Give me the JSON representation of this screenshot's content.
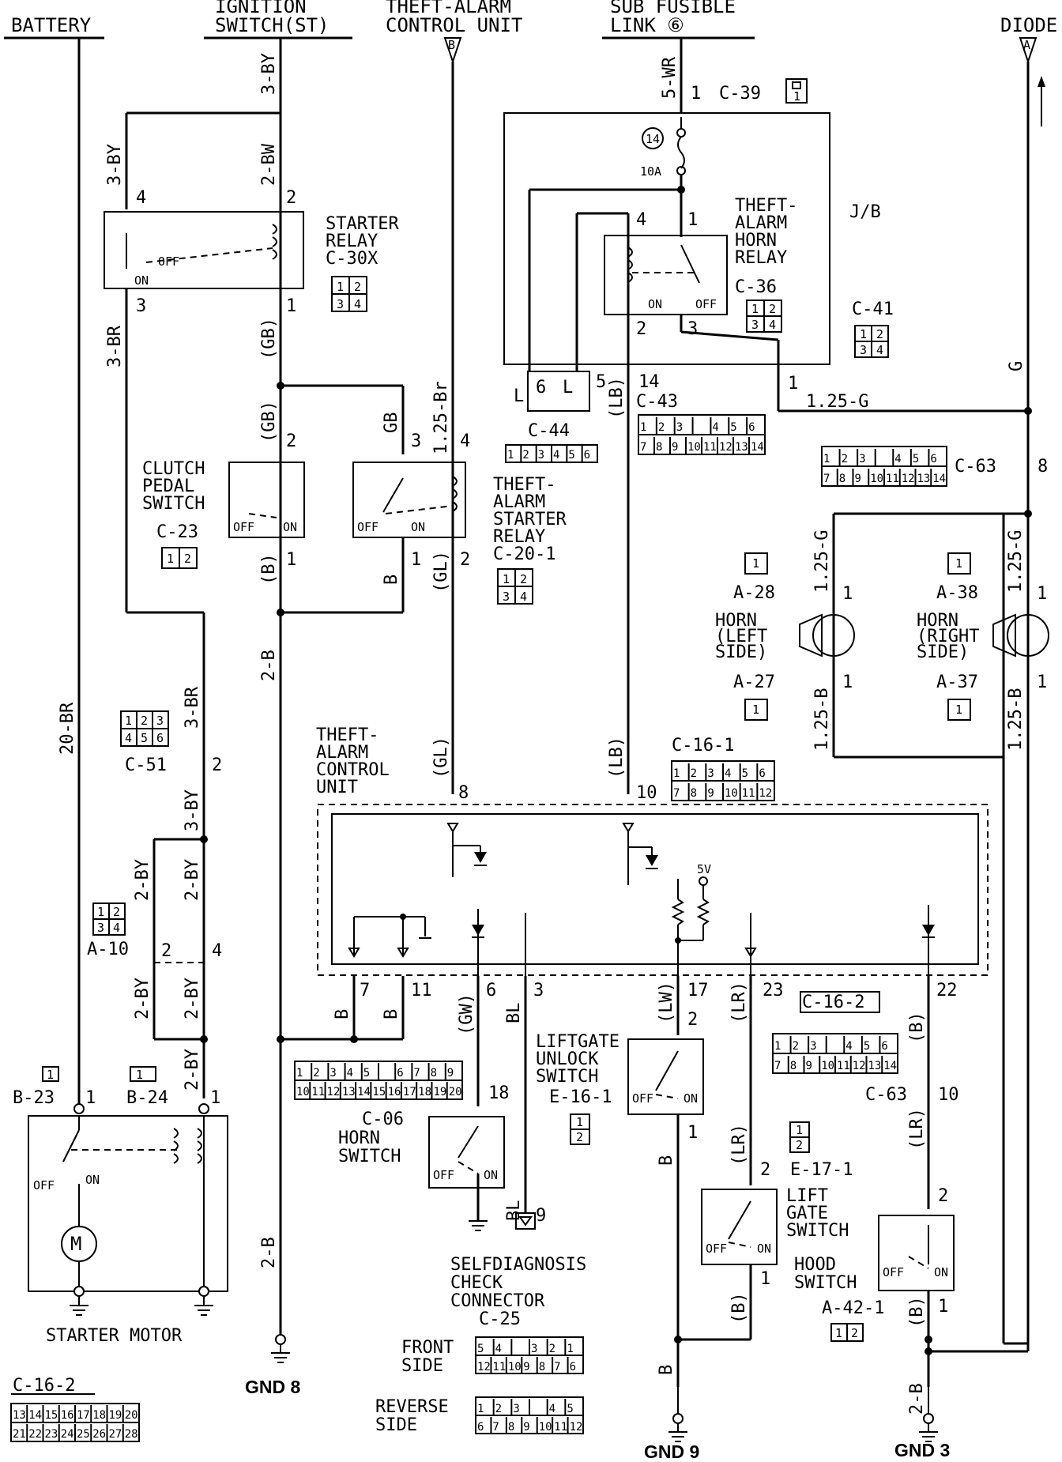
{
  "sources": {
    "battery": "BATTERY",
    "ignition_1": "IGNITION",
    "ignition_2": "SWITCH(ST)",
    "theft_alarm_cu_1": "THEFT-ALARM",
    "theft_alarm_cu_2": "CONTROL UNIT",
    "theft_alarm_cu_ref": "B",
    "sub_fusible_1": "SUB FUSIBLE",
    "sub_fusible_2": "LINK ⑥",
    "diode": "DIODE",
    "diode_ref": "A"
  },
  "wires": {
    "w_3by_ign": "3-BY",
    "w_3by_l": "3-BY",
    "w_2bw": "2-BW",
    "w_3br": "3-BR",
    "w_gb_1": "(GB)",
    "w_gb_2": "(GB)",
    "w_gb_3": "GB",
    "w_125br": "1.25-Br",
    "w_b_1": "(B)",
    "w_b_2": "B",
    "w_gl_1": "(GL)",
    "w_gl_2": "(GL)",
    "w_2b_1": "2-B",
    "w_2b_2": "2-B",
    "w_20br": "20-BR",
    "w_3br_2": "3-BR",
    "w_3by_2": "3-BY",
    "w_2by_1": "2-BY",
    "w_2by_2": "2-BY",
    "w_2by_3": "2-BY",
    "w_2by_4": "2-BY",
    "w_2by_5": "2-BY",
    "w_5wr": "5-WR",
    "w_lb_1": "(LB)",
    "w_lb_2": "(LB)",
    "w_125g": "1.25-G",
    "w_g": "G",
    "w_125g_l": "1.25-G",
    "w_125g_r": "1.25-G",
    "w_125b_l": "1.25-B",
    "w_125b_r": "1.25-B",
    "w_b_7": "B",
    "w_b_11": "B",
    "w_gw": "(GW)",
    "w_bl_1": "BL",
    "w_bl_2": "BL",
    "w_lw": "(LW)",
    "w_lr_1": "(LR)",
    "w_lr_2": "(LR)",
    "w_lr_3": "(LR)",
    "w_b_22": "(B)",
    "w_b_9a": "B",
    "w_b_9b": "(B)",
    "w_b_9c": "B",
    "w_b_3a": "(B)",
    "w_2b_3": "2-B"
  },
  "components": {
    "starter_relay_1": "STARTER",
    "starter_relay_2": "RELAY",
    "starter_relay_3": "C-30X",
    "clutch_1": "CLUTCH",
    "clutch_2": "PEDAL",
    "clutch_3": "SWITCH",
    "clutch_conn": "C-23",
    "tasr_1": "THEFT-",
    "tasr_2": "ALARM",
    "tasr_3": "STARTER",
    "tasr_4": "RELAY",
    "tasr_conn": "C-20-1",
    "tahr_1": "THEFT-",
    "tahr_2": "ALARM",
    "tahr_3": "HORN",
    "tahr_4": "RELAY",
    "tahr_conn": "C-36",
    "jb": "J/B",
    "c39": "C-39",
    "c41": "C-41",
    "c43": "C-43",
    "c44": "C-44",
    "c63a": "C-63",
    "c63b": "C-63",
    "fuse_no": "14",
    "fuse_amp": "10A",
    "horn_l_1": "HORN",
    "horn_l_2": "(LEFT",
    "horn_l_3": "SIDE)",
    "horn_r_1": "HORN",
    "horn_r_2": "(RIGHT",
    "horn_r_3": "SIDE)",
    "a28": "A-28",
    "a27": "A-27",
    "a38": "A-38",
    "a37": "A-37",
    "c51": "C-51",
    "a10": "A-10",
    "tacu_1": "THEFT-",
    "tacu_2": "ALARM",
    "tacu_3": "CONTROL",
    "tacu_4": "UNIT",
    "c161": "C-16-1",
    "c162a": "C-16-2",
    "c162b": "C-16-2",
    "b23": "B-23",
    "b24": "B-24",
    "starter_motor": "STARTER MOTOR",
    "gnd8": "GND 8",
    "c06": "C-06",
    "horn_sw_1": "HORN",
    "horn_sw_2": "SWITCH",
    "lgu_1": "LIFTGATE",
    "lgu_2": "UNLOCK",
    "lgu_3": "SWITCH",
    "lgu_conn": "E-16-1",
    "lg_conn": "E-17-1",
    "lg_1": "LIFT",
    "lg_2": "GATE",
    "lg_3": "SWITCH",
    "hood_1": "HOOD",
    "hood_2": "SWITCH",
    "hood_conn": "A-42-1",
    "sdc_1": "SELFDIAGNOSIS",
    "sdc_2": "CHECK",
    "sdc_3": "CONNECTOR",
    "sdc_conn": "C-25",
    "front_1": "FRONT",
    "front_2": "SIDE",
    "rev_1": "REVERSE",
    "rev_2": "SIDE",
    "gnd9": "GND 9",
    "gnd3": "GND 3",
    "off": "OFF",
    "on": "ON",
    "v5": "5V"
  },
  "pins": {
    "p1": "1",
    "p2": "2",
    "p3": "3",
    "p4": "4",
    "p5": "5",
    "p6": "6",
    "p7": "7",
    "p8": "8",
    "p9": "9",
    "p10": "10",
    "p11": "11",
    "p14": "14",
    "p17": "17",
    "p18": "18",
    "p22": "22",
    "p23": "23",
    "L": "L"
  },
  "connector_grids": {
    "c30x": [
      "1",
      "2",
      "3",
      "4"
    ],
    "c23": [
      "1",
      "2"
    ],
    "c201": [
      "1",
      "2",
      "3",
      "4"
    ],
    "c36": [
      "1",
      "2",
      "3",
      "4"
    ],
    "c41": [
      "1",
      "2",
      "3",
      "4"
    ],
    "c44": [
      "1",
      "2",
      "3",
      "4",
      "5",
      "6"
    ],
    "c43_top": [
      "1",
      "2",
      "3",
      "",
      "4",
      "5",
      "6"
    ],
    "c43_bot": [
      "7",
      "8",
      "9",
      "10",
      "11",
      "12",
      "13",
      "14"
    ],
    "c63_top": [
      "1",
      "2",
      "3",
      "",
      "4",
      "5",
      "6"
    ],
    "c63_bot": [
      "7",
      "8",
      "9",
      "10",
      "11",
      "12",
      "13",
      "14"
    ],
    "c51_top": [
      "1",
      "2",
      "3"
    ],
    "c51_bot": [
      "4",
      "5",
      "6"
    ],
    "a10": [
      "1",
      "2",
      "3",
      "4"
    ],
    "c161_top": [
      "1",
      "2",
      "3",
      "4",
      "5",
      "6"
    ],
    "c161_bot": [
      "7",
      "8",
      "9",
      "10",
      "11",
      "12"
    ],
    "c162_top": [
      "1",
      "2",
      "3",
      "",
      "4",
      "5",
      "6"
    ],
    "c162_bot": [
      "7",
      "8",
      "9",
      "10",
      "11",
      "12",
      "13",
      "14"
    ],
    "c06_top": [
      "1",
      "2",
      "3",
      "4",
      "5",
      "",
      "6",
      "7",
      "8",
      "9"
    ],
    "c06_bot": [
      "10",
      "11",
      "12",
      "13",
      "14",
      "15",
      "16",
      "17",
      "18",
      "19",
      "20"
    ],
    "e161": [
      "1",
      "2"
    ],
    "e171": [
      "1",
      "2"
    ],
    "a421": [
      "1",
      "2"
    ],
    "c25f_top": [
      "5",
      "4",
      "",
      "3",
      "2",
      "1"
    ],
    "c25f_bot": [
      "12",
      "11",
      "10",
      "9",
      "8",
      "7",
      "6"
    ],
    "c25r_top": [
      "1",
      "2",
      "3",
      "",
      "4",
      "5"
    ],
    "c25r_bot": [
      "6",
      "7",
      "8",
      "9",
      "10",
      "11",
      "12"
    ],
    "c162b_top": [
      "13",
      "14",
      "15",
      "16",
      "17",
      "18",
      "19",
      "20"
    ],
    "c162b_bot": [
      "21",
      "22",
      "23",
      "24",
      "25",
      "26",
      "27",
      "28"
    ],
    "single": [
      "1"
    ],
    "b24": [
      "1"
    ]
  }
}
